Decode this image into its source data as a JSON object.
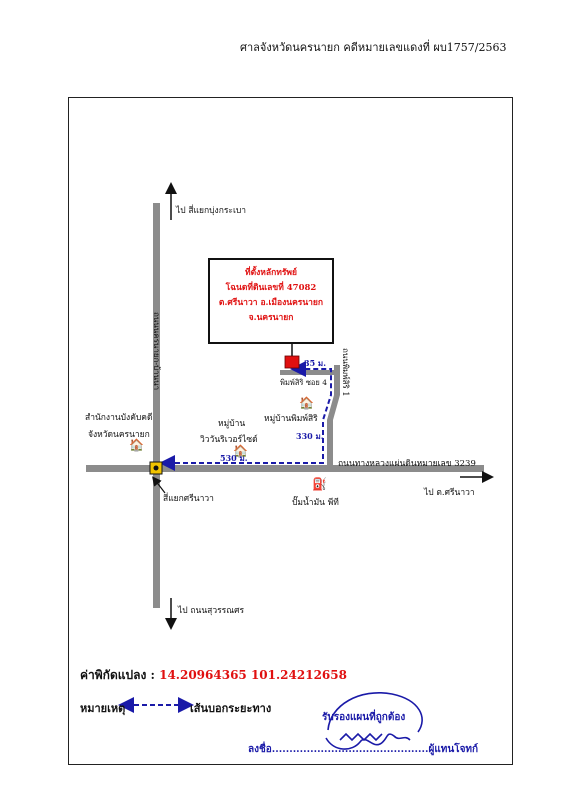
{
  "header": {
    "title": "ศาลจังหวัดนครนายก คดีหมายเลขแดงที่ ผบ1757/2563"
  },
  "callout": {
    "lines": [
      "ที่ตั้งหลักทรัพย์",
      "โฉนดที่ดินเลขที่ 47082",
      "ต.ศรีนาวา อ.เมืองนครนายก",
      "จ.นครนายก"
    ]
  },
  "labels": {
    "north_arrow": "ไป สี่แยกบุ่งกระเบา",
    "south_arrow": "ไป ถนนสุวรรณศร",
    "east_arrow": "ไป ต.ศรีนาวา",
    "main_vertical_road": "ถนนนครนายก-บ้านนา",
    "soi_road": "ถนนพิมพ์สิริ 1",
    "soi4": "พิมพ์สิริ ซอย 4",
    "highway": "ถนนทางหลวงแผ่นดินหมายเลข 3239",
    "intersection": "สี่แยกศรีนาวา",
    "office_line1": "สำนักงานบังคับคดี",
    "office_line2": "จังหวัดนครนายก",
    "village1_line1": "หมู่บ้าน",
    "village1_line2": "วิววันริเวอร์ไซด์",
    "village2": "หมู่บ้านพิมพ์สิริ",
    "gas_station": "ปั๊มน้ำมัน พีที"
  },
  "distances": {
    "d1": "35 ม.",
    "d2": "330 ม.",
    "d3": "530 ม."
  },
  "coordinates": {
    "label": "ค่าพิกัดแปลง :",
    "value": "14.20964365 101.24212658"
  },
  "legend": {
    "label": "หมายเหตุ",
    "text": "เส้นบอกระยะทาง"
  },
  "certify": {
    "text": "รับรองแผนที่ถูกต้อง"
  },
  "sign": {
    "text": "ลงชื่อ.............................................ผู้แทนโจทก์"
  },
  "colors": {
    "road": "#8c8c8c",
    "route": "#1a1aa8",
    "marker": "#e01010"
  }
}
